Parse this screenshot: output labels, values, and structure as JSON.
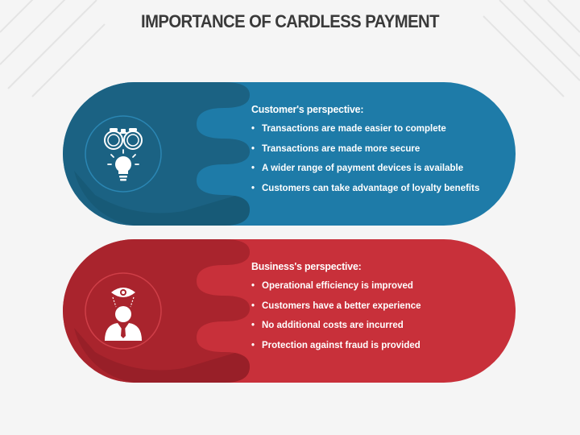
{
  "title": "IMPORTANCE OF CARDLESS PAYMENT",
  "colors": {
    "background": "#f5f5f5",
    "title": "#3a3a3a",
    "blue_main": "#1e7ba8",
    "blue_dark": "#1b6283",
    "blue_shade": "#16556f",
    "red_main": "#c8303a",
    "red_dark": "#a9242d",
    "red_shade": "#8e1d25"
  },
  "sections": [
    {
      "heading": "Customer's perspective:",
      "icon": "binoculars-lightbulb-icon",
      "bullets": [
        "Transactions are made easier to complete",
        "Transactions are made more secure",
        "A wider range of payment devices is available",
        "Customers can take advantage of loyalty benefits"
      ]
    },
    {
      "heading": "Business's perspective:",
      "icon": "businessman-vision-icon",
      "bullets": [
        "Operational efficiency is improved",
        "Customers have a better experience",
        "No additional costs are incurred",
        "Protection against fraud is provided"
      ]
    }
  ]
}
